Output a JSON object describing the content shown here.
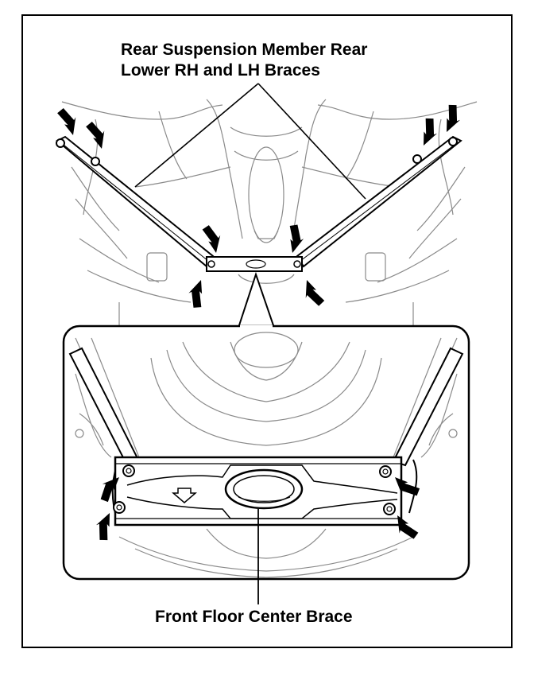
{
  "callouts": {
    "rear_braces": {
      "line1": "Rear Suspension Member Rear",
      "line2": "Lower RH and LH Braces"
    },
    "front_brace": "Front Floor Center Brace"
  },
  "colors": {
    "ink": "#000000",
    "sketch": "#8a8a8a",
    "paper": "#ffffff"
  },
  "icons": {
    "fastener_arrow": "arrow-icon",
    "bolt": "bolt-icon"
  }
}
